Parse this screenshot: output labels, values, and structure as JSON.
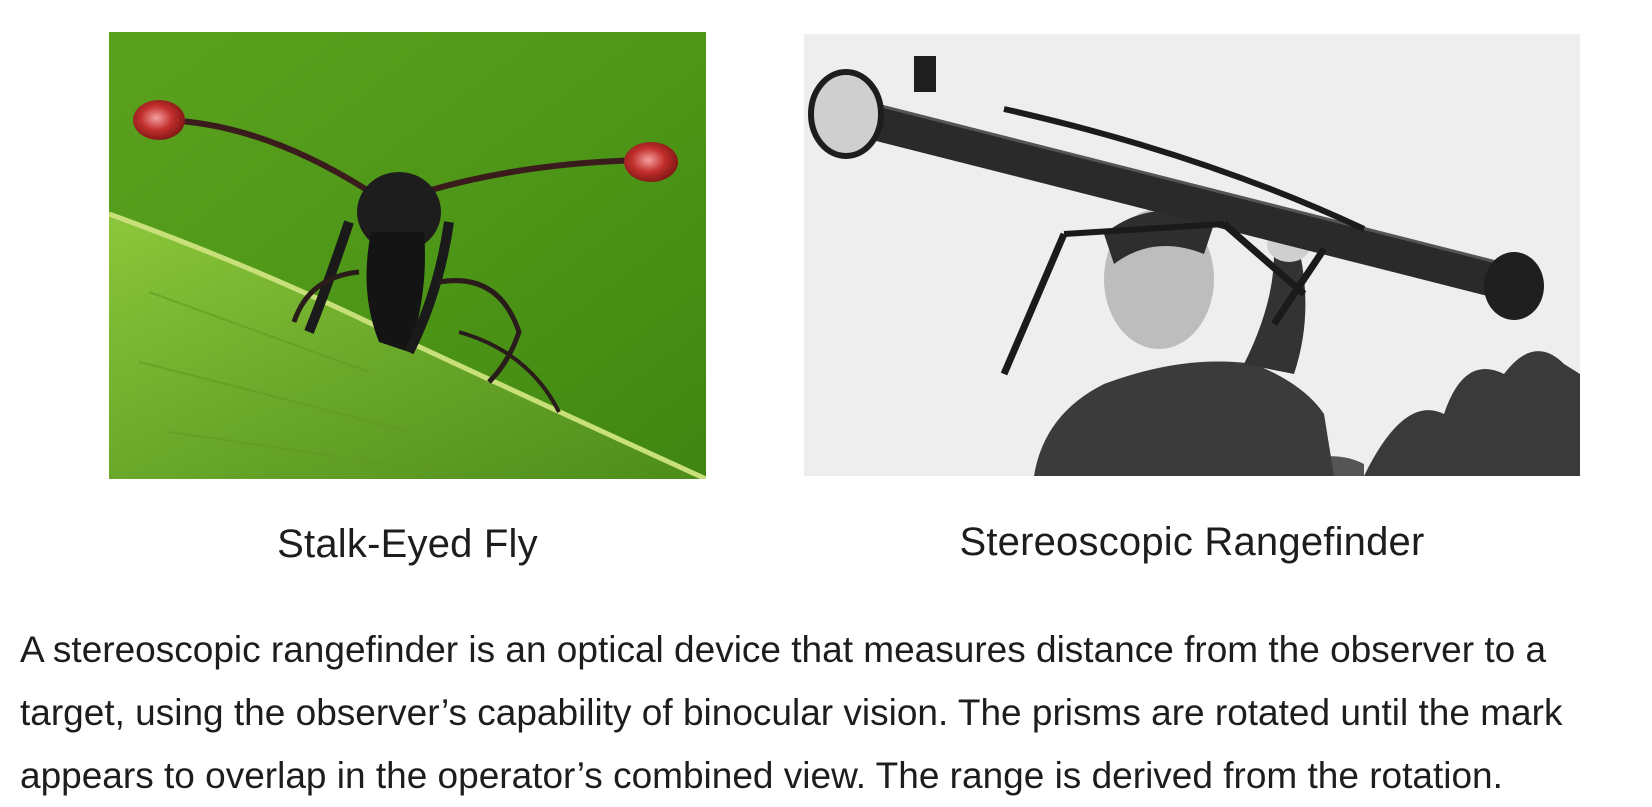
{
  "figures": [
    {
      "caption": "Stalk-Eyed Fly"
    },
    {
      "caption": "Stereoscopic Rangefinder"
    }
  ],
  "paragraph": "A stereoscopic rangefinder is an optical device that measures distance from the observer to a target, using the observer’s capability of binocular vision. The prisms are rotated until the mark appears to overlap in the operator’s combined view. The range is derived from the rotation.",
  "colors": {
    "leaf_green": "#5a9a1c",
    "background_green": "#4f9a1a",
    "eye_red": "#b3201f",
    "photo_gray": "#ededed"
  }
}
